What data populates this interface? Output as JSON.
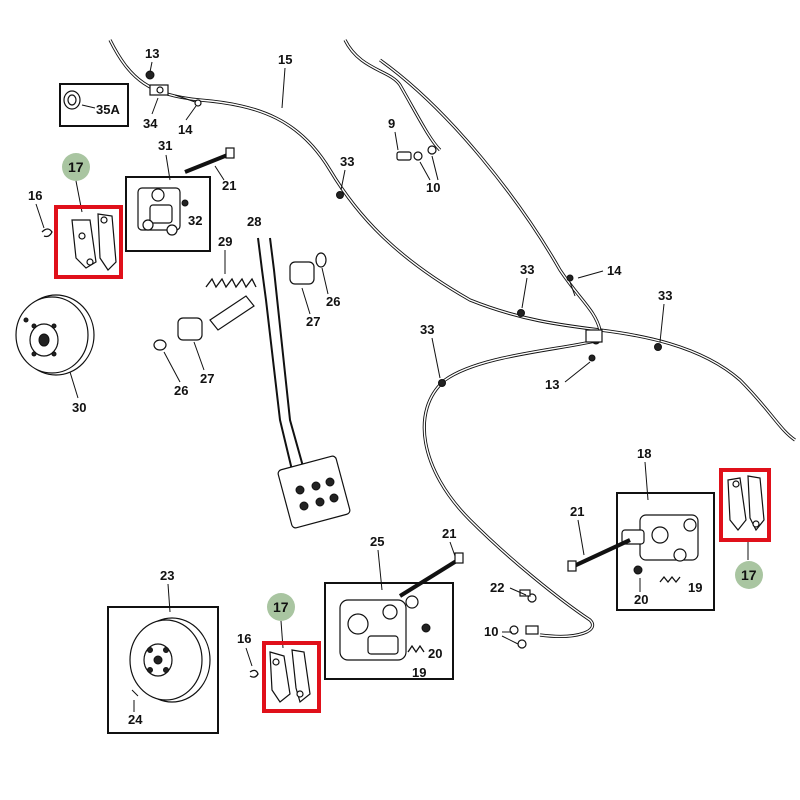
{
  "labels": {
    "l13a": "13",
    "l35a": "35A",
    "l34": "34",
    "l14a": "14",
    "l15": "15",
    "l9": "9",
    "l10a": "10",
    "l33a": "33",
    "l31": "31",
    "l21a": "21",
    "l32": "32",
    "l17a": "17",
    "l16a": "16",
    "l28": "28",
    "l29": "29",
    "l26a": "26",
    "l27a": "27",
    "l26b": "26",
    "l27b": "27",
    "l30": "30",
    "l33b": "33",
    "l14b": "14",
    "l33c": "33",
    "l33d": "33",
    "l13b": "13",
    "l18": "18",
    "l21b": "21",
    "l17b": "17",
    "l19a": "19",
    "l20a": "20",
    "l25": "25",
    "l21c": "21",
    "l23": "23",
    "l24": "24",
    "l17c": "17",
    "l16b": "16",
    "l22": "22",
    "l10b": "10",
    "l20b": "20",
    "l19b": "19"
  },
  "colors": {
    "highlight": "#e0101a",
    "badge": "#a9c5a1",
    "line": "#111111"
  }
}
